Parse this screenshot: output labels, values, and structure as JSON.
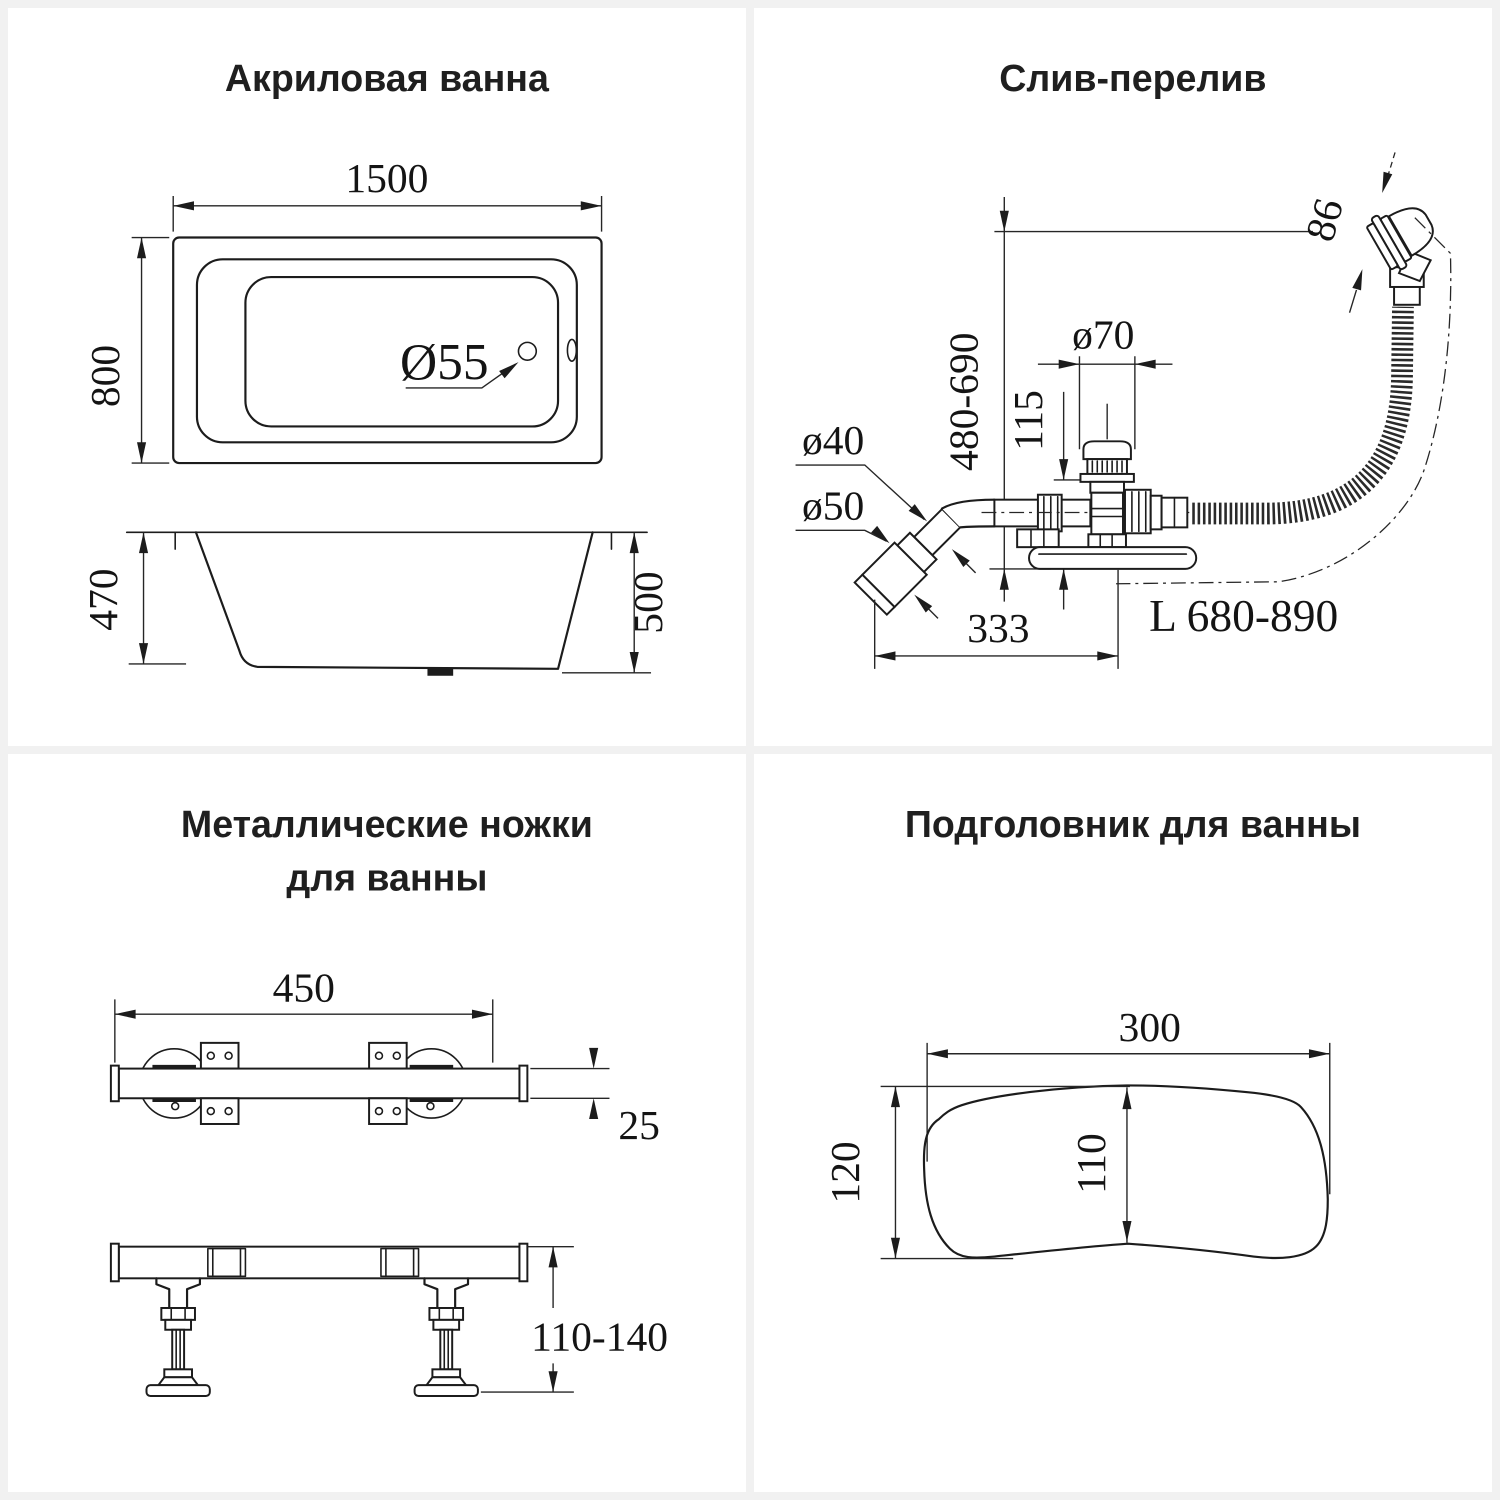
{
  "colors": {
    "background": "#f1f1f1",
    "card": "#ffffff",
    "line": "#1c1c1c",
    "text": "#1f1f1f"
  },
  "panels": {
    "bathtub": {
      "title": "Акриловая ванна",
      "length": "1500",
      "width": "800",
      "drain_diameter": "Ø55",
      "height_inner": "470",
      "height_outer": "500"
    },
    "overflow": {
      "title": "Слив-перелив",
      "head_size": "86",
      "drop_range": "480-690",
      "cap_diameter": "ø70",
      "body_height": "115",
      "pipe_diameter": "ø40",
      "tailpiece_diameter": "ø50",
      "horizontal_offset": "333",
      "hose_length": "L 680-890"
    },
    "legs": {
      "title_line1": "Металлические ножки",
      "title_line2": "для ванны",
      "span": "450",
      "profile": "25",
      "height_range": "110-140"
    },
    "headrest": {
      "title": "Подголовник для ванны",
      "width": "300",
      "depth_outer": "120",
      "depth_inner": "110"
    }
  }
}
